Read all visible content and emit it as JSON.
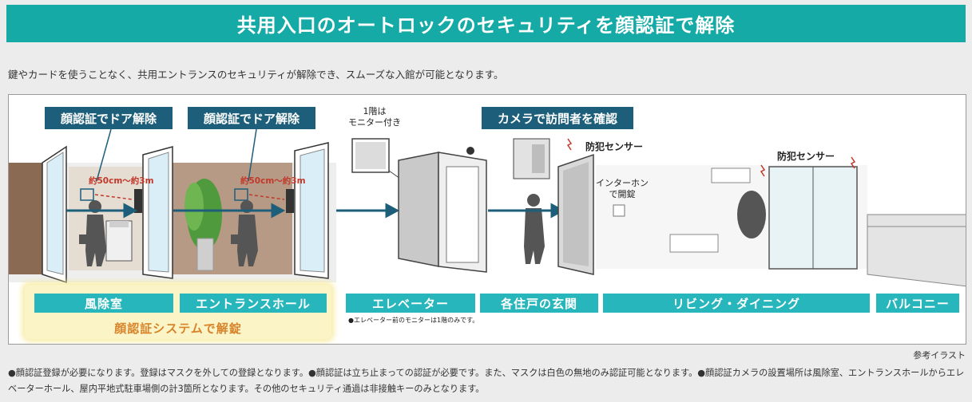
{
  "header": {
    "title": "共用入口のオートロックのセキュリティを顔認証で解除"
  },
  "lead": "鍵やカードを使うことなく、共用エントランスのセキュリティが解除でき、スムーズな入館が可能となります。",
  "callouts": {
    "face_unlock_1": "顔認証でドア解除",
    "face_unlock_2": "顔認証でドア解除",
    "camera_visitor": "カメラで訪問者を確認"
  },
  "labels": {
    "first_floor_monitor_line1": "1階は",
    "first_floor_monitor_line2": "モニター付き",
    "security_sensor_1": "防犯センサー",
    "security_sensor_2": "防犯センサー",
    "intercom_line1": "インターホン",
    "intercom_line2": "で開錠",
    "distance_1": "約50cm～約3m",
    "distance_2": "約50cm～約3m"
  },
  "areas": [
    {
      "label": "風除室"
    },
    {
      "label": "エントランスホール"
    },
    {
      "label": "エレベーター"
    },
    {
      "label": "各住戸の玄関"
    },
    {
      "label": "リビング・ダイニング"
    },
    {
      "label": "バルコニー"
    }
  ],
  "face_system_label": "顔認証システムで解錠",
  "elevator_note": "●エレベーター前のモニターは1階のみです。",
  "reference_label": "参考イラスト",
  "footnote": "●顔認証登録が必要になります。登録はマスクを外しての登録となります。●顔認証は立ち止まっての認証が必要です。また、マスクは白色の無地のみ認証可能となります。●顔認証カメラの設置場所は風除室、エントランスホールからエレベーターホール、屋内平地式駐車場側の計3箇所となります。その他のセキュリティ通過は非接触キーのみとなります。",
  "colors": {
    "title_bar": "#15aaa6",
    "callout": "#1d5f7a",
    "area_label": "#27b6bb",
    "arrow": "#1d5f7a",
    "distance": "#c0392b",
    "face_system_text": "#d7842b"
  }
}
